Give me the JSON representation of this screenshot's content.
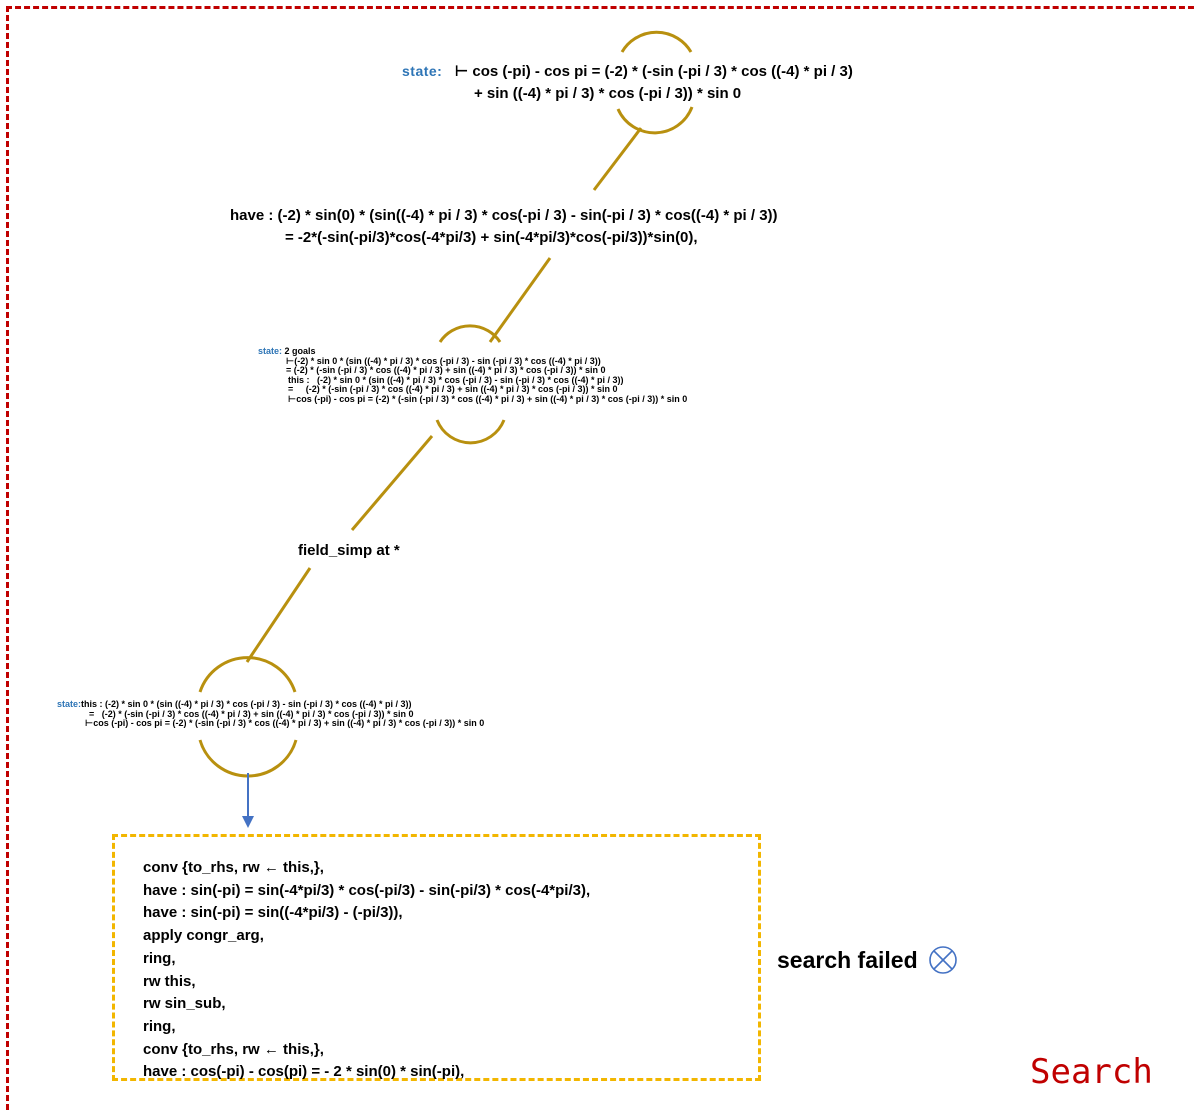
{
  "colors": {
    "frame_border": "#c00000",
    "connector": "#b8900f",
    "state_label": "#2e75b6",
    "arrow": "#4472c4",
    "code_box_border": "#f2b600",
    "title": "#c00000"
  },
  "nodes": {
    "state1": {
      "label": "state:",
      "lines": [
        "⊢ cos (-pi) - cos pi = (-2) * (-sin (-pi / 3) * cos ((-4) * pi / 3)",
        "+ sin ((-4) * pi / 3) * cos (-pi / 3)) * sin 0"
      ]
    },
    "have_tactic": {
      "lines": [
        "have : (-2) * sin(0) * (sin((-4) * pi / 3) * cos(-pi / 3) - sin(-pi / 3) * cos((-4) * pi / 3))",
        "= -2*(-sin(-pi/3)*cos(-4*pi/3) + sin(-4*pi/3)*cos(-pi/3))*sin(0),"
      ]
    },
    "state2": {
      "label": "state:",
      "lines": [
        "2 goals",
        "⊢(-2) * sin 0 * (sin ((-4) * pi / 3) * cos (-pi / 3) - sin (-pi / 3) * cos ((-4) * pi / 3))",
        "= (-2) * (-sin (-pi / 3) * cos ((-4) * pi / 3) + sin ((-4) * pi / 3) * cos (-pi / 3)) * sin 0",
        "this :   (-2) * sin 0 * (sin ((-4) * pi / 3) * cos (-pi / 3) - sin (-pi / 3) * cos ((-4) * pi / 3))",
        "=     (-2) * (-sin (-pi / 3) * cos ((-4) * pi / 3) + sin ((-4) * pi / 3) * cos (-pi / 3)) * sin 0",
        "⊢cos (-pi) - cos pi = (-2) * (-sin (-pi / 3) * cos ((-4) * pi / 3) + sin ((-4) * pi / 3) * cos (-pi / 3)) * sin 0"
      ]
    },
    "field_simp": {
      "text": "field_simp at *"
    },
    "state3": {
      "label": "state:",
      "lines": [
        "this :   (-2) * sin 0 * (sin ((-4) * pi / 3) * cos (-pi / 3) - sin (-pi / 3) * cos ((-4) * pi / 3))",
        "=   (-2) * (-sin (-pi / 3) * cos ((-4) * pi / 3) + sin ((-4) * pi / 3) * cos (-pi / 3)) * sin 0",
        "⊢cos (-pi) - cos pi = (-2) * (-sin (-pi / 3) * cos ((-4) * pi / 3) + sin ((-4) * pi / 3) * cos (-pi / 3)) * sin 0"
      ]
    }
  },
  "code_lines": [
    "conv {to_rhs, rw ← this,},",
    "have : sin(-pi) = sin(-4*pi/3) * cos(-pi/3) - sin(-pi/3) * cos(-4*pi/3),",
    "have : sin(-pi) = sin((-4*pi/3) - (-pi/3)),",
    "apply congr_arg,",
    "ring,",
    "rw this,",
    "rw sin_sub,",
    "ring,",
    "conv {to_rhs, rw ← this,},",
    "have : cos(-pi) - cos(pi) = - 2 * sin(0) * sin(-pi),"
  ],
  "status": {
    "text": "search failed",
    "icon": "circle-x-icon"
  },
  "title": "Search"
}
